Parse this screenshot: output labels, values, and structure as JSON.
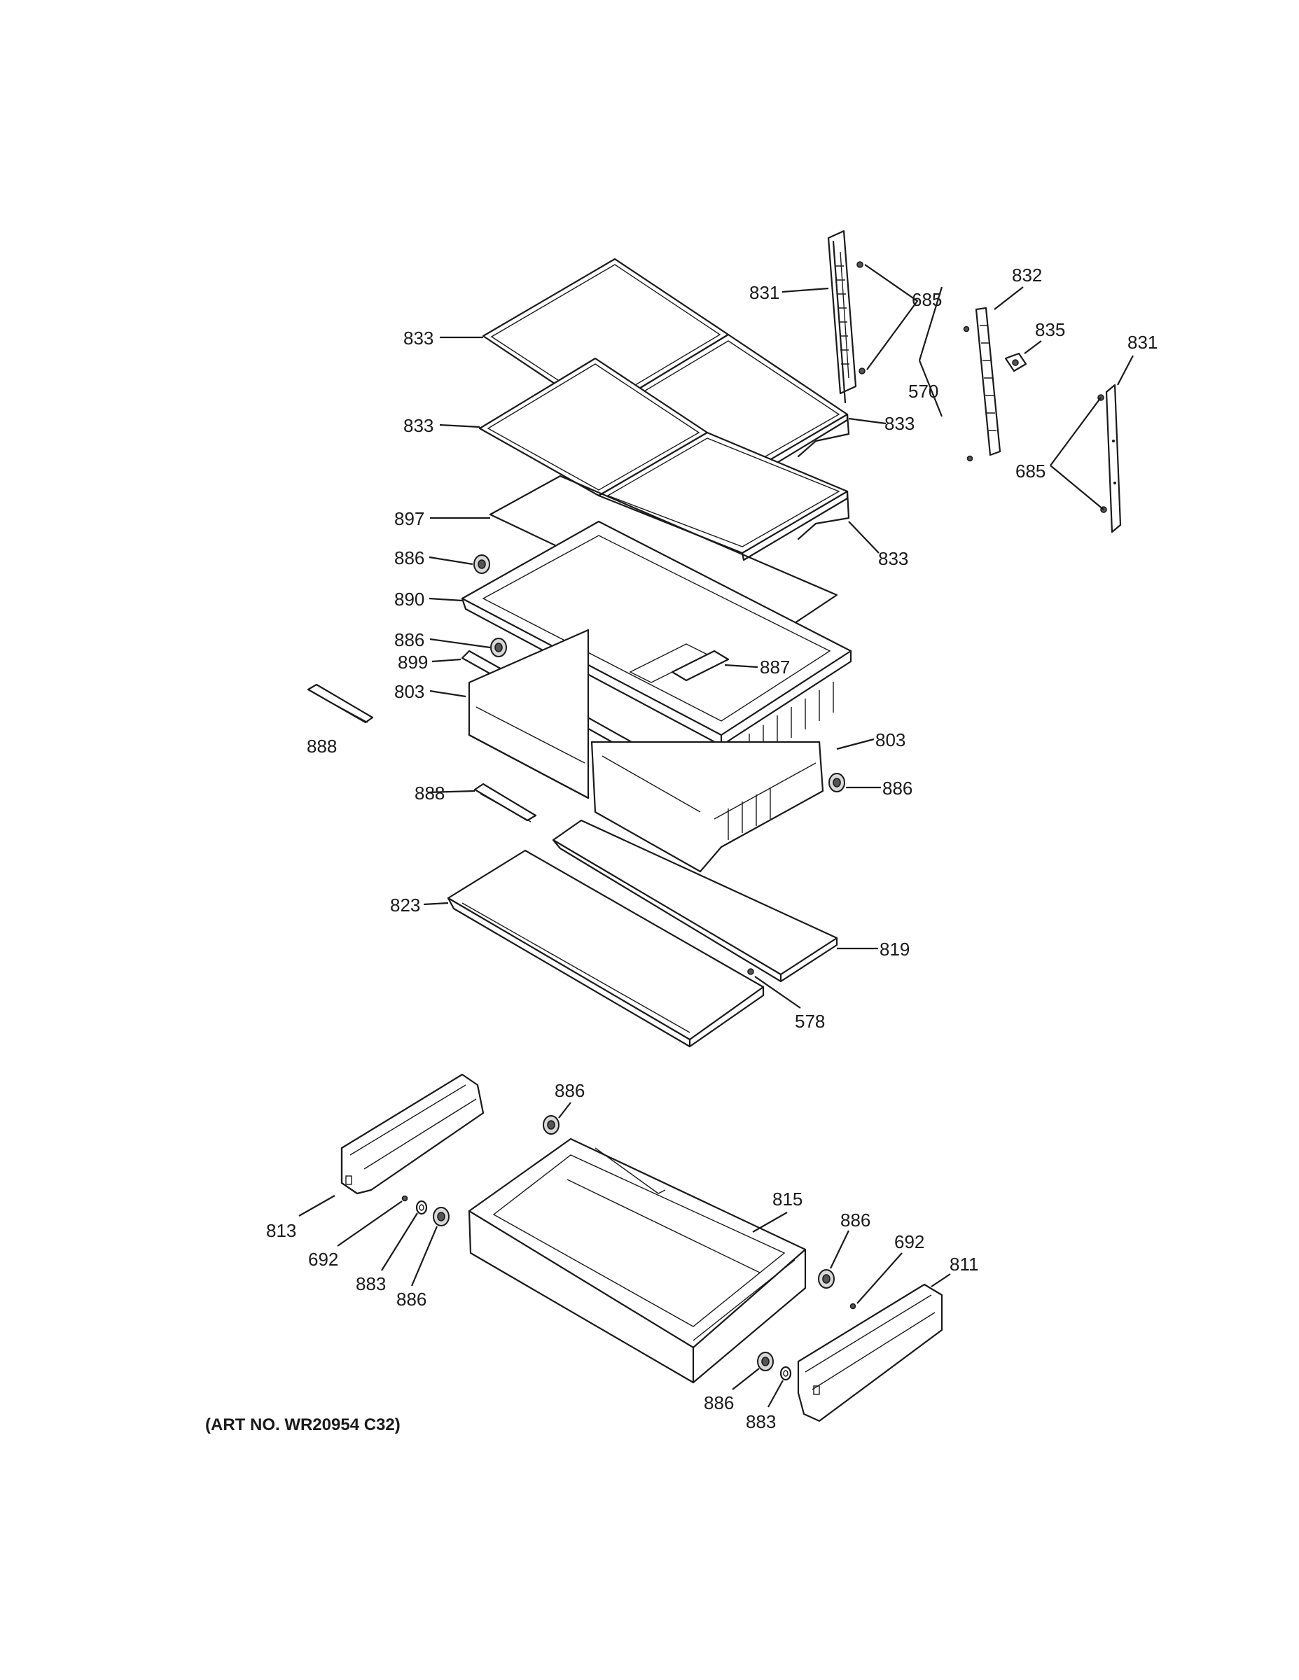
{
  "art_number": "(ART NO. WR20954 C32)",
  "callouts": {
    "c831a": "831",
    "c685a": "685",
    "c832": "832",
    "c835": "835",
    "c831b": "831",
    "c833a": "833",
    "c833b": "833",
    "c833c": "833",
    "c833d": "833",
    "c570": "570",
    "c685b": "685",
    "c897": "897",
    "c886a": "886",
    "c890": "890",
    "c886b": "886",
    "c899": "899",
    "c887": "887",
    "c803a": "803",
    "c888a": "888",
    "c803b": "803",
    "c886c": "886",
    "c888b": "888",
    "c823": "823",
    "c819": "819",
    "c578": "578",
    "c886d": "886",
    "c815": "815",
    "c813": "813",
    "c692a": "692",
    "c883a": "883",
    "c886e": "886",
    "c886f": "886",
    "c692b": "692",
    "c811": "811",
    "c886g": "886",
    "c883b": "883"
  }
}
